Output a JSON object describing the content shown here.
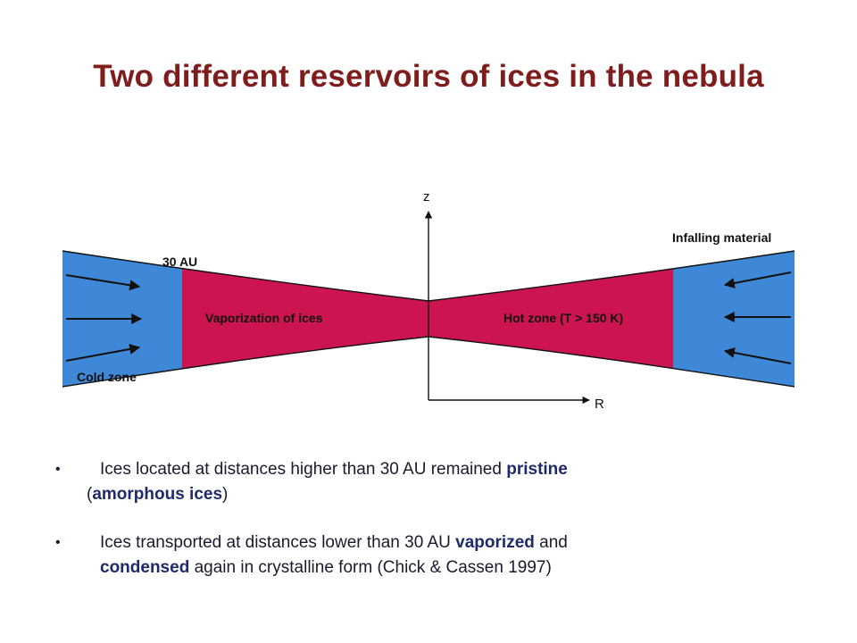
{
  "title": "Two different reservoirs of ices in the nebula",
  "diagram": {
    "axis_z": "z",
    "axis_r": "R",
    "label_30au": "30 AU",
    "label_infalling": "Infalling material",
    "label_vaporization": "Vaporization of ices",
    "label_hot_zone": "Hot zone (T > 150 K)",
    "label_cold_zone": "Cold zone",
    "colors": {
      "cold": "#3f88d8",
      "hot": "#cc1450",
      "outline": "#111111"
    }
  },
  "bullets": [
    {
      "marker": "•",
      "part1": "Ices located at distances higher than 30 AU remained ",
      "bold1": "pristine",
      "open_paren": "(",
      "bold2": "amorphous ices",
      "close_paren": ")"
    },
    {
      "marker": "•",
      "part1": "Ices transported at distances lower than 30 AU ",
      "bold1": "vaporized",
      "part2": " and",
      "bold2": "condensed",
      "part3": " again in crystalline form (Chick & Cassen 1997)"
    }
  ]
}
